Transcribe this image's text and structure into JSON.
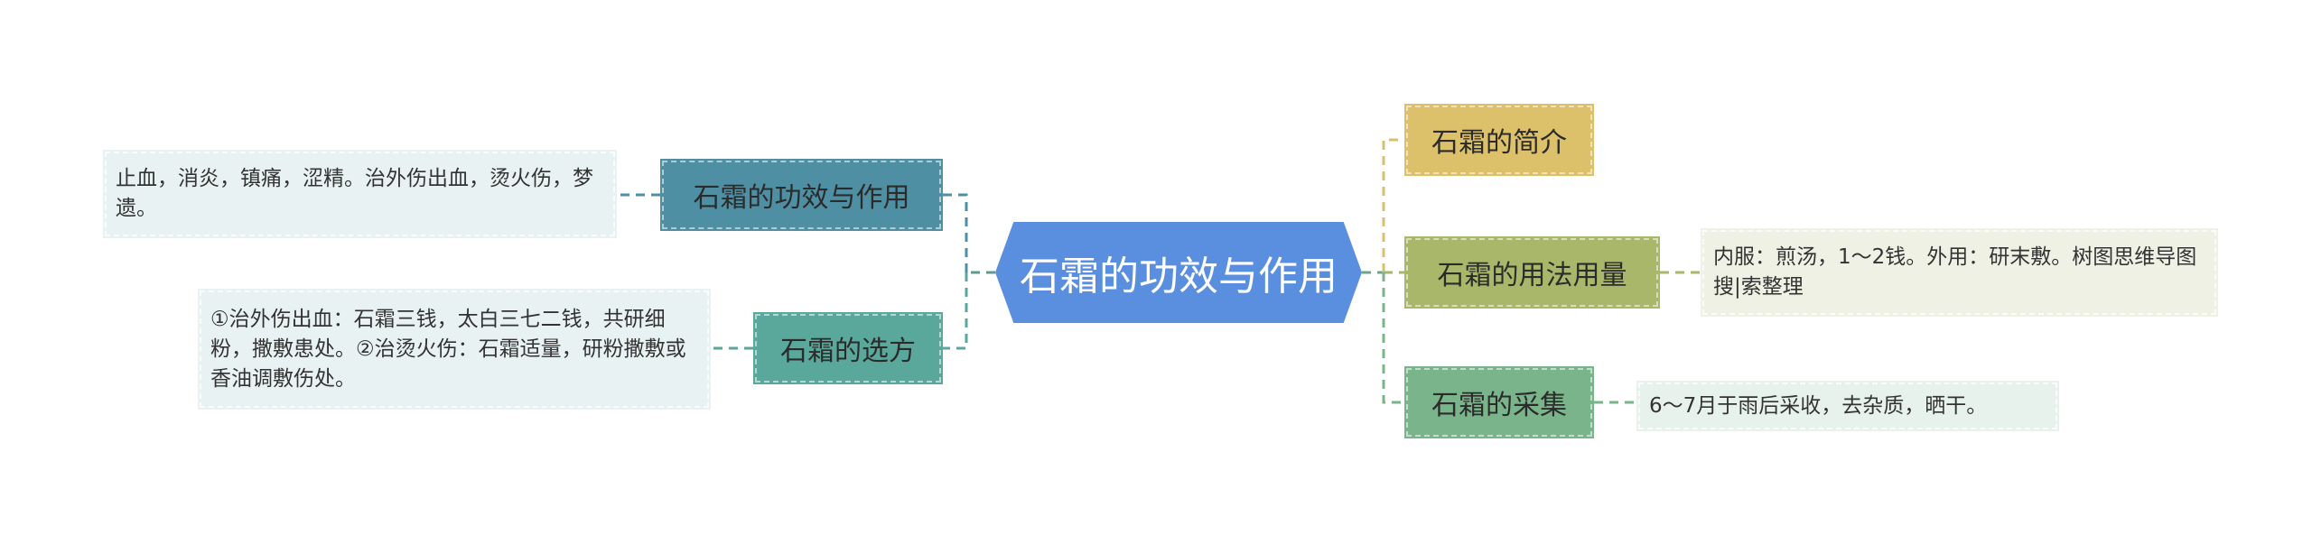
{
  "central": {
    "label": "石霜的功效与作用",
    "color": "#5a8fe0"
  },
  "left": [
    {
      "label": "石霜的功效与作用",
      "color": "#4f8fa3",
      "detail": "止血，消炎，镇痛，涩精。治外伤出血，烫火伤，梦遗。"
    },
    {
      "label": "石霜的选方",
      "color": "#5aa79b",
      "detail": "①治外伤出血：石霜三钱，太白三七二钱，共研细粉，撒敷患处。②治烫火伤：石霜适量，研粉撒敷或香油调敷伤处。"
    }
  ],
  "right": [
    {
      "label": "石霜的简介",
      "color": "#dcc06a",
      "detail": ""
    },
    {
      "label": "石霜的用法用量",
      "color": "#a9b76a",
      "detail": "内服：煎汤，1～2钱。外用：研末敷。树图思维导图搜|索整理"
    },
    {
      "label": "石霜的采集",
      "color": "#7ab48a",
      "detail": "6～7月于雨后采收，去杂质，晒干。"
    }
  ]
}
